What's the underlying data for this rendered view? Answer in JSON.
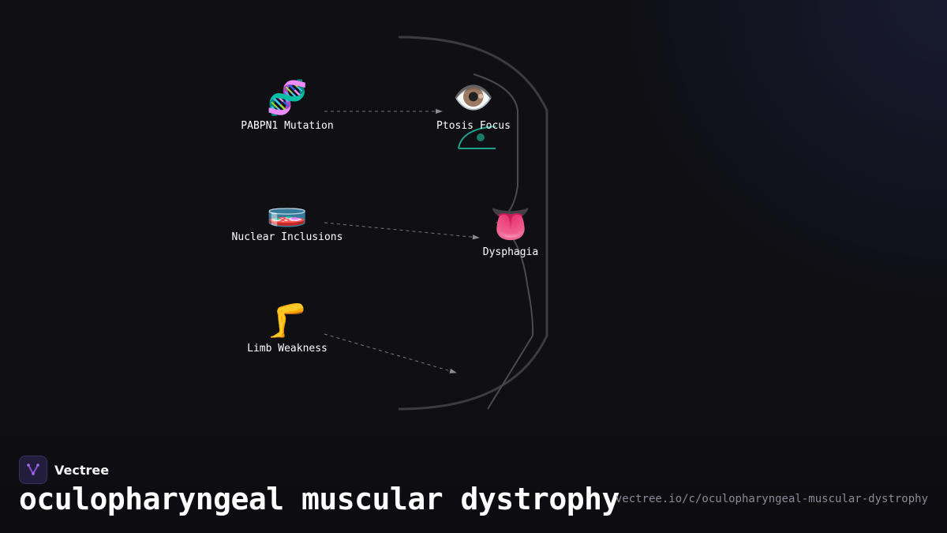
{
  "brand": {
    "name": "Vectree",
    "logo_icon": "vectree-logo-icon"
  },
  "title": "oculopharyngeal muscular dystrophy",
  "url": "vectree.io/c/oculopharyngeal-muscular-dystrophy",
  "colors": {
    "background": "#0f0f14",
    "outline": "#3a3a40",
    "arrow": "#7a7a82",
    "accent_teal": "#1fa08a",
    "logo_purple": "#8a4fd8"
  },
  "nodes": {
    "pabpn1": {
      "label": "PABPN1 Mutation",
      "emoji": "🧬",
      "icon": "dna-icon"
    },
    "inclusions": {
      "label": "Nuclear Inclusions",
      "emoji": "🧫",
      "icon": "petri-dish-icon"
    },
    "limb": {
      "label": "Limb Weakness",
      "emoji": "🦵",
      "icon": "leg-icon"
    },
    "ptosis": {
      "label": "Ptosis Focus",
      "emoji": "👁️",
      "icon": "eye-icon"
    },
    "dysphagia": {
      "label": "Dysphagia",
      "emoji": "👅",
      "icon": "tongue-icon"
    }
  },
  "edges": [
    {
      "from": "PABPN1 Mutation",
      "to": "Ptosis Focus"
    },
    {
      "from": "Nuclear Inclusions",
      "to": "Dysphagia"
    },
    {
      "from": "Limb Weakness",
      "to": "lower face region"
    }
  ]
}
